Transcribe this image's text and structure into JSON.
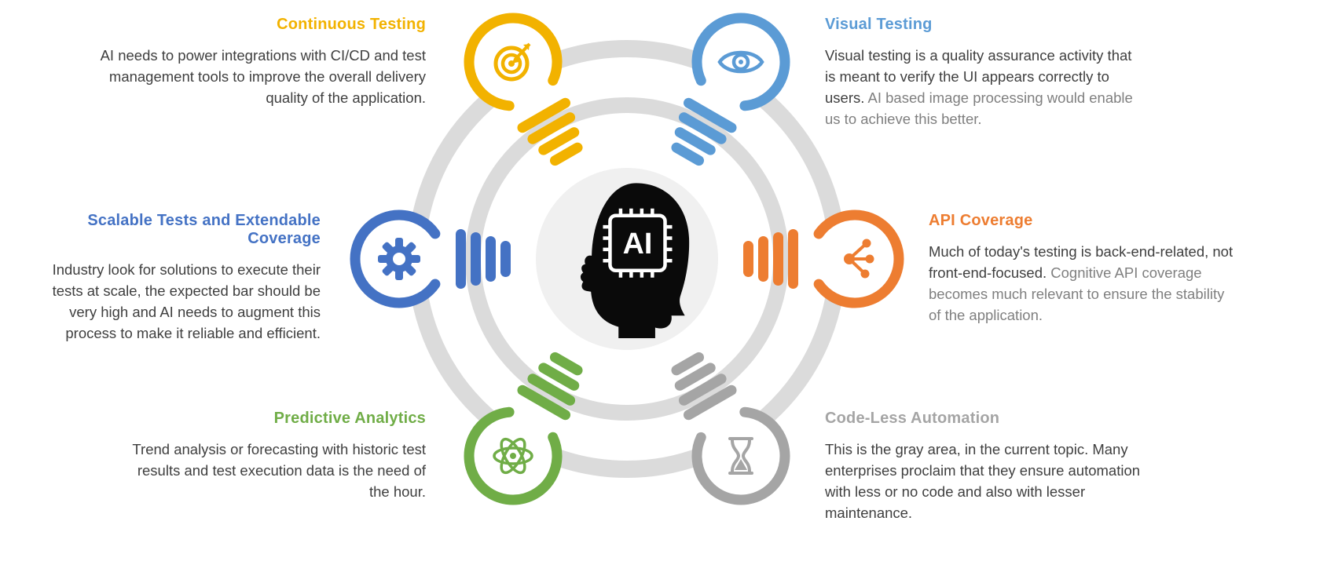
{
  "center": {
    "label": "AI",
    "icon": "ai-head-icon"
  },
  "colors": {
    "continuous_testing": "#F2B200",
    "visual_testing": "#5B9BD5",
    "scalable_tests": "#4472C4",
    "api_coverage": "#ED7D31",
    "predictive_analytics": "#70AD47",
    "codeless_automation": "#A5A5A5",
    "ring": "#DBDBDB",
    "inner_circle": "#F0F0F0",
    "body_text": "#3F3F3F",
    "muted_text": "#7F7F7F"
  },
  "sections": [
    {
      "id": "continuous-testing",
      "title": "Continuous Testing",
      "icon": "target-icon",
      "color": "#F2B200",
      "body": "AI needs to power integrations with CI/CD and test management tools to improve the overall delivery quality of the application.",
      "body_muted": ""
    },
    {
      "id": "visual-testing",
      "title": "Visual Testing",
      "icon": "eye-icon",
      "color": "#5B9BD5",
      "body": "Visual testing is a quality assurance activity that is meant to verify the UI appears correctly to users. ",
      "body_muted": "AI based image processing would enable us to achieve this better."
    },
    {
      "id": "scalable-tests",
      "title": "Scalable Tests and Extendable Coverage",
      "icon": "gear-icon",
      "color": "#4472C4",
      "body": "Industry look for solutions to execute their tests at scale, the expected bar should be very high and AI needs to augment this process to make it reliable and efficient.",
      "body_muted": ""
    },
    {
      "id": "api-coverage",
      "title": "API Coverage",
      "icon": "network-icon",
      "color": "#ED7D31",
      "body": "Much of today's testing is back-end-related, not front-end-focused. ",
      "body_muted": "Cognitive API coverage becomes much relevant to ensure the stability of the application."
    },
    {
      "id": "predictive-analytics",
      "title": "Predictive Analytics",
      "icon": "atom-icon",
      "color": "#70AD47",
      "body": "Trend analysis or forecasting with historic test results and test execution data is the need of the hour.",
      "body_muted": ""
    },
    {
      "id": "codeless-automation",
      "title": "Code-Less Automation",
      "icon": "hourglass-icon",
      "color": "#A5A5A5",
      "body": "This is the gray area, in the current topic. Many enterprises proclaim that they ensure automation with less or no code and also with lesser maintenance.",
      "body_muted": ""
    }
  ]
}
